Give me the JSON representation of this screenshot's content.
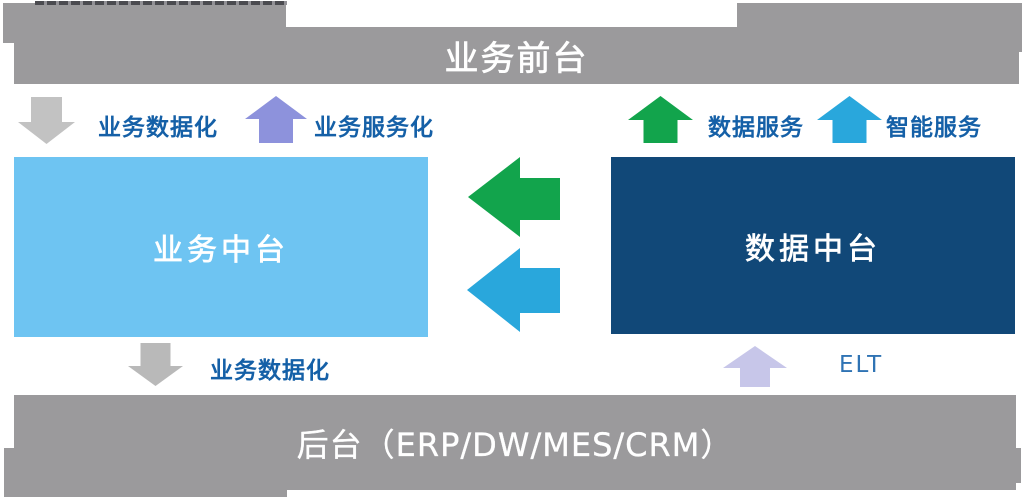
{
  "top_bar": {
    "label": "业务前台"
  },
  "bottom_bar": {
    "label": "后台（ERP/DW/MES/CRM）"
  },
  "boxes": {
    "business_middle": {
      "label": "业务中台",
      "color": "#6ec4f2"
    },
    "data_middle": {
      "label": "数据中台",
      "color": "#114878"
    }
  },
  "flows": {
    "business_datafication_top": {
      "label": "业务数据化",
      "direction": "down",
      "arrow_color": "#c2c2c2"
    },
    "business_servicification": {
      "label": "业务服务化",
      "direction": "up",
      "arrow_color": "#8d92dc"
    },
    "data_service": {
      "label": "数据服务",
      "direction": "up",
      "arrow_color": "#12a44c"
    },
    "intelligent_service": {
      "label": "智能服务",
      "direction": "up",
      "arrow_color": "#29a7dc"
    },
    "data_to_business": {
      "direction": "left",
      "arrow_color": "#12a44c"
    },
    "data_to_business_2": {
      "direction": "left",
      "arrow_color": "#29a7dc"
    },
    "business_datafication_bottom": {
      "label": "业务数据化",
      "direction": "down",
      "arrow_color": "#b9b9b9"
    },
    "elt": {
      "label": "ELT",
      "direction": "up",
      "arrow_color": "#c7c6e9"
    }
  },
  "colors": {
    "bar_gray": "#9b9a9c",
    "label_blue": "#1560a7",
    "elt_text_blue": "#2f73b4",
    "text_white": "#ffffff"
  }
}
